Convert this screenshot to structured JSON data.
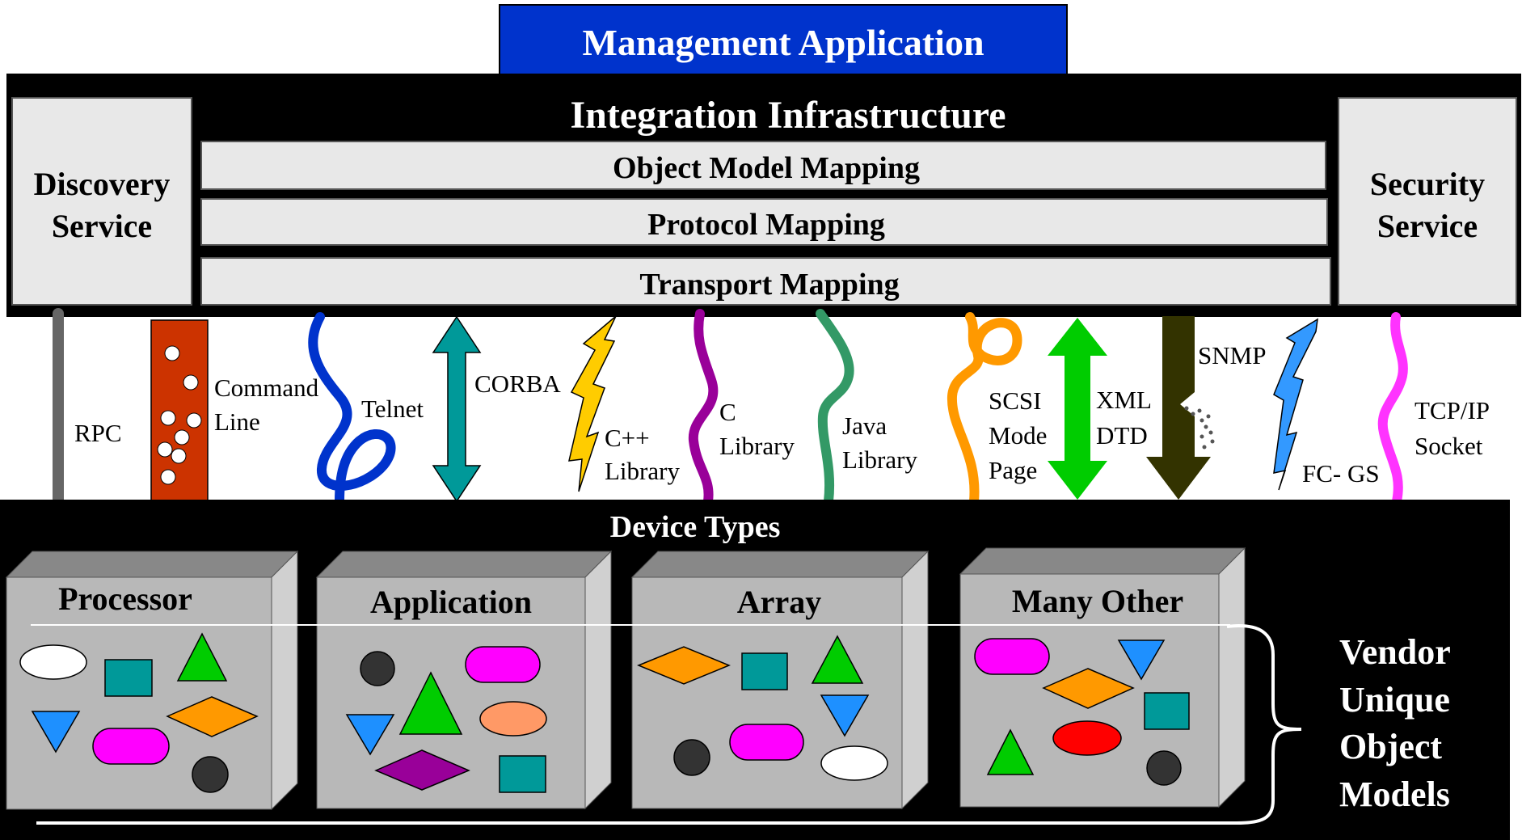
{
  "colors": {
    "mgmt_bg": "#0033cc",
    "black": "#000000",
    "panel": "#e8e8e8",
    "box_front": "#b8b8b8",
    "box_top": "#888888",
    "box_side": "#d0d0d0"
  },
  "top": {
    "management_application": "Management Application",
    "integration_infrastructure": "Integration Infrastructure",
    "object_model_mapping": "Object Model Mapping",
    "protocol_mapping": "Protocol Mapping",
    "transport_mapping": "Transport Mapping",
    "discovery_line1": "Discovery",
    "discovery_line2": "Service",
    "security_line1": "Security",
    "security_line2": "Service"
  },
  "protocols": {
    "rpc": "RPC",
    "command_line_1": "Command",
    "command_line_2": "Line",
    "telnet": "Telnet",
    "corba": "CORBA",
    "cpp_1": "C++",
    "cpp_2": "Library",
    "c_1": "C",
    "c_2": "Library",
    "java_1": "Java",
    "java_2": "Library",
    "scsi_1": "SCSI",
    "scsi_2": "Mode",
    "scsi_3": "Page",
    "xml_1": "XML",
    "xml_2": "DTD",
    "snmp": "SNMP",
    "fcgs": "FC- GS",
    "tcp_1": "TCP/IP",
    "tcp_2": "Socket"
  },
  "devices": {
    "title": "Device Types",
    "processor": "Processor",
    "application": "Application",
    "array": "Array",
    "many_other": "Many Other"
  },
  "vendor": {
    "line1": "Vendor",
    "line2": "Unique",
    "line3": "Object",
    "line4": "Models"
  }
}
